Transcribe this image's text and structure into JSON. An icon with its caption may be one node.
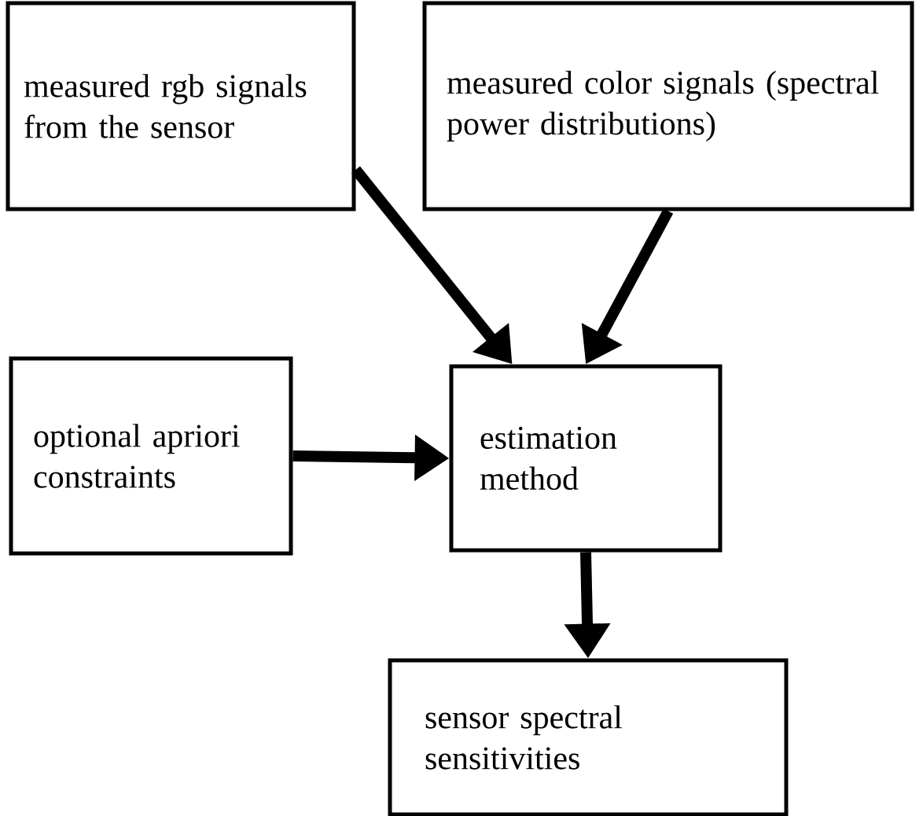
{
  "diagram": {
    "nodes": [
      {
        "text": [
          "measured rgb signals from the sensor"
        ]
      },
      {
        "text": [
          "measured color signals (spectral power distributions)"
        ]
      },
      {
        "text": [
          "optional apriori constraints"
        ]
      },
      {
        "text": [
          "estimation method"
        ]
      },
      {
        "text": [
          "sensor spectral sensitivities"
        ]
      }
    ],
    "edges": [
      {
        "from": 0,
        "to": 3,
        "arrow": "to"
      },
      {
        "from": 1,
        "to": 3,
        "arrow": "to"
      },
      {
        "from": 2,
        "to": 3,
        "arrow": "to"
      },
      {
        "from": 3,
        "to": 4,
        "arrow": "to"
      }
    ]
  }
}
